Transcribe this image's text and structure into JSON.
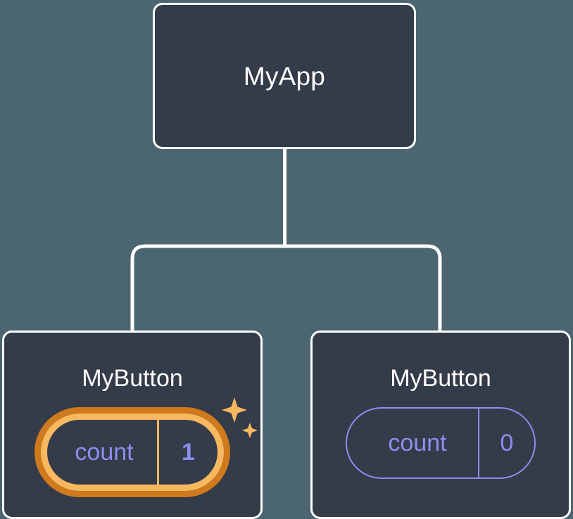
{
  "diagram": {
    "type": "component-tree",
    "background_color": "#4c6671",
    "node_fill_color": "#343b49",
    "node_border_color": "#ffffff",
    "connector_color": "#ffffff",
    "state_text_color": "#8b8ef0",
    "highlight_outer_color": "#cf7a1d",
    "highlight_inner_color": "#f8b860",
    "sparkle_color": "#f8b860"
  },
  "root": {
    "title": "MyApp"
  },
  "children": [
    {
      "title": "MyButton",
      "state": {
        "key": "count",
        "value": "1"
      },
      "highlighted": true,
      "sparkle_icons": [
        "sparkle-large-icon",
        "sparkle-small-icon"
      ]
    },
    {
      "title": "MyButton",
      "state": {
        "key": "count",
        "value": "0"
      },
      "highlighted": false
    }
  ]
}
